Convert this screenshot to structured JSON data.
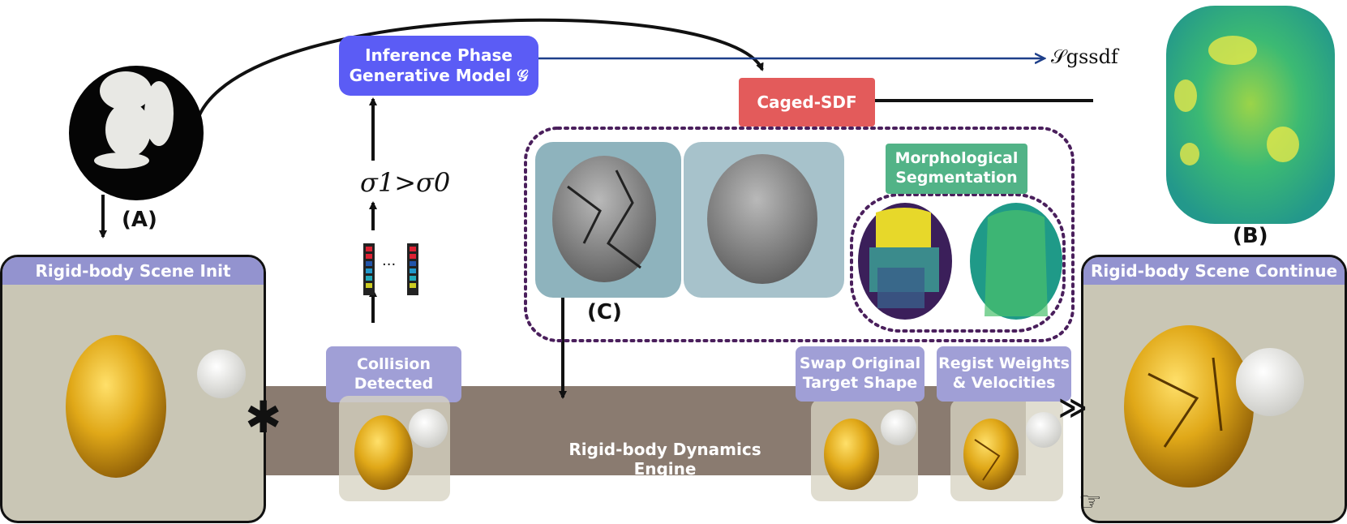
{
  "nodes": {
    "inference": "Inference Phase\nGenerative Model 𝒢",
    "caged_sdf": "Caged-SDF",
    "morph_seg": "Morphological\nSegmentation",
    "collision": "Collision\nDetected",
    "swap": "Swap Original\nTarget Shape",
    "regist": "Regist Weights\n& Velocities",
    "engine": "Rigid-body Dynamics Engine",
    "scene_init": "Rigid-body Scene Init",
    "scene_continue": "Rigid-body Scene Continue"
  },
  "labels": {
    "a": "(A)",
    "b": "(B)",
    "c": "(C)",
    "sigma": "σ1>σ0",
    "sdf_symbol": "𝒮gssdf",
    "dots": "···"
  },
  "colors": {
    "inference": "#5b5cf5",
    "caged_sdf": "#e35b5b",
    "morph_seg": "#52b387",
    "lavender": "#a09fd6",
    "engine_bar": "#8a7b70",
    "dotted_frame": "#4a1f5c",
    "blue_arrow": "#1e3f8a"
  },
  "icons": [
    "star-marker-icon",
    "double-chevron-icon",
    "pointing-hand-icon"
  ]
}
